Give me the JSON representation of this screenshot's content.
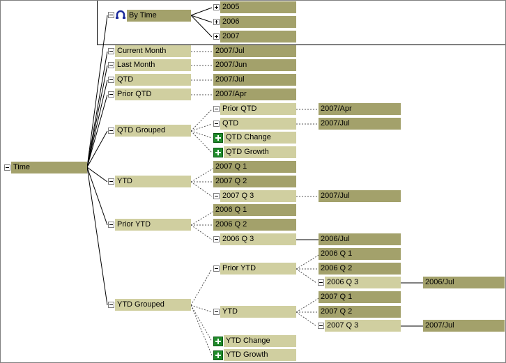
{
  "tree": {
    "root": "Time",
    "by_time": "By Time",
    "years": [
      "2005",
      "2006",
      "2007"
    ],
    "current_month": {
      "label": "Current Month",
      "value": "2007/Jul"
    },
    "last_month": {
      "label": "Last Month",
      "value": "2007/Jun"
    },
    "qtd": {
      "label": "QTD",
      "value": "2007/Jul"
    },
    "prior_qtd": {
      "label": "Prior QTD",
      "value": "2007/Apr"
    },
    "qtd_grouped": {
      "label": "QTD Grouped",
      "prior_qtd": {
        "label": "Prior QTD",
        "value": "2007/Apr"
      },
      "qtd": {
        "label": "QTD",
        "value": "2007/Jul"
      },
      "change": "QTD Change",
      "growth": "QTD Growth"
    },
    "ytd": {
      "label": "YTD",
      "q1": "2007 Q 1",
      "q2": "2007 Q 2",
      "q3": "2007 Q 3",
      "q3_value": "2007/Jul"
    },
    "prior_ytd": {
      "label": "Prior YTD",
      "q1": "2006 Q 1",
      "q2": "2006 Q 2",
      "q3": "2006 Q 3",
      "q3_value": "2006/Jul"
    },
    "ytd_grouped": {
      "label": "YTD Grouped",
      "prior_ytd": {
        "label": "Prior YTD",
        "q1": "2006 Q 1",
        "q2": "2006 Q 2",
        "q3": "2006 Q 3",
        "q3_value": "2006/Jul"
      },
      "ytd": {
        "label": "YTD",
        "q1": "2007 Q 1",
        "q2": "2007 Q 2",
        "q3": "2007 Q 3",
        "q3_value": "2007/Jul"
      },
      "change": "YTD Change",
      "growth": "YTD Growth"
    }
  },
  "colors": {
    "dark_node": "#a3a16b",
    "light_node": "#d0cfa0",
    "calc_icon": "#1f8a2a",
    "hierarchy_icon": "#1a2a9a"
  },
  "icons": {
    "expand": "plus-box-icon",
    "collapse": "minus-box-icon",
    "calculated_member": "calculator-icon",
    "hierarchy": "hierarchy-icon"
  }
}
